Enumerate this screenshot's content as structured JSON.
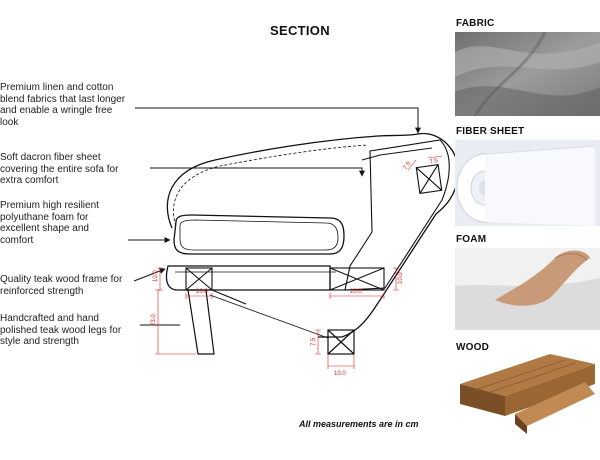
{
  "title": "SECTION",
  "callouts": [
    "Premium linen and cotton\nblend fabrics that last longer\nand enable a wringle free\nlook",
    "Soft dacron fiber sheet\ncovering the entire sofa for\nextra comfort",
    "Premium high resilient\npolyuthane foam for\nexcellent shape and\ncomfort",
    "Quality teak wood frame for\nreinforced strength",
    "Handcrafted and hand\npolished teak wood legs for\nstyle and strength"
  ],
  "materials": [
    {
      "label": "FABRIC",
      "icon": "fabric-swatch"
    },
    {
      "label": "FIBER SHEET",
      "icon": "fiber-roll"
    },
    {
      "label": "FOAM",
      "icon": "foam-block"
    },
    {
      "label": "WOOD",
      "icon": "wood-planks"
    }
  ],
  "dimensions": {
    "frame_width_left": "10.0",
    "frame_width_right": "20.0",
    "frame_height": "10.0",
    "frame_height_right": "10.0",
    "leg_height": "23.0",
    "leg_offset": "7.5",
    "leg_width": "10.0",
    "back_top_a": "7.5",
    "back_top_b": "7.5"
  },
  "footnote": "All measurements are in cm",
  "colors": {
    "dimension": "#e02020",
    "linework": "#111111"
  }
}
